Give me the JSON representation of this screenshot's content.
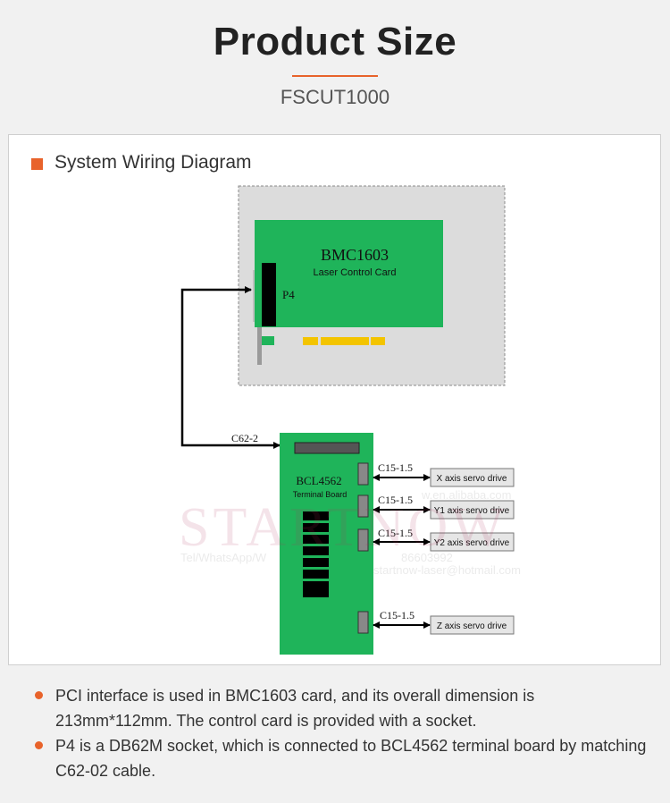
{
  "header": {
    "title": "Product Size",
    "subtitle": "FSCUT1000"
  },
  "section": {
    "title": "System Wiring Diagram"
  },
  "diagram": {
    "card": {
      "name": "BMC1603",
      "subtitle": "Laser Control Card",
      "port": "P4"
    },
    "cable": "C62-2",
    "terminal": {
      "name": "BCL4562",
      "subtitle": "Terminal Board"
    },
    "servo_links": [
      {
        "cable": "C15-1.5",
        "drive": "X axis servo drive"
      },
      {
        "cable": "C15-1.5",
        "drive": "Y1 axis servo drive"
      },
      {
        "cable": "C15-1.5",
        "drive": "Y2 axis servo drive"
      },
      {
        "cable": "C15-1.5",
        "drive": "Z axis servo drive"
      }
    ],
    "watermark": {
      "brand": "STARTNOW",
      "contact_left": "Tel/WhatsApp/W",
      "contact_right": "86603992",
      "email_left": "w.en.alibaba.com",
      "email_right": "startnow-laser@hotmail.com"
    }
  },
  "notes": [
    "PCI interface is used in BMC1603 card, and its overall dimension is 213mm*112mm. The control card is provided with a socket.",
    "P4 is a DB62M socket, which is connected to BCL4562 terminal board by matching C62-02 cable."
  ],
  "colors": {
    "accent": "#e8632b",
    "board_green": "#1fb45a",
    "gold": "#f3c400"
  }
}
